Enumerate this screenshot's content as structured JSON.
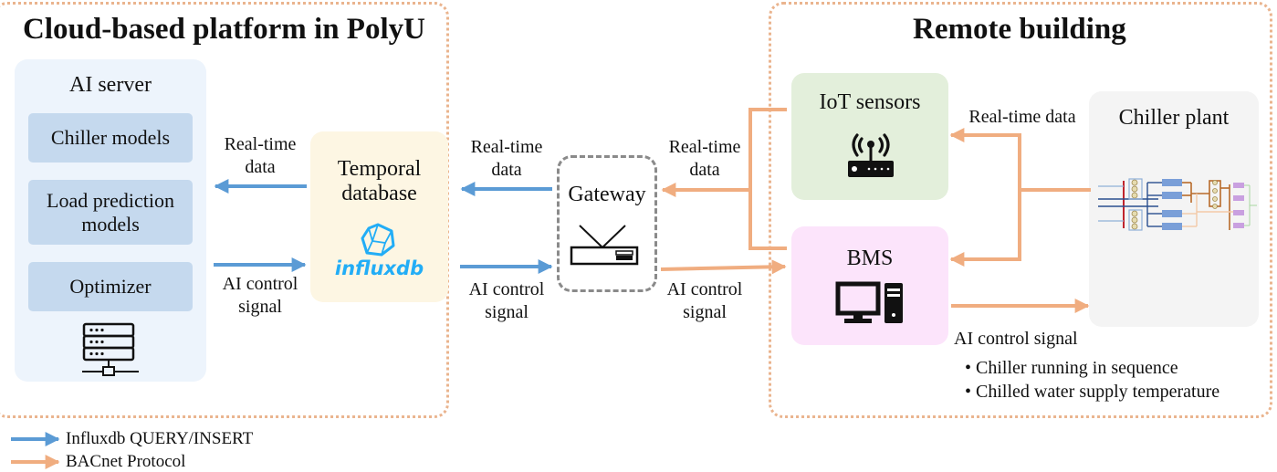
{
  "colors": {
    "influx_arrow": "#5b9bd5",
    "bacnet_arrow": "#f0ad80",
    "region_border": "#eab48e",
    "ai_server_bg": "#edf4fc",
    "subbox_bg": "#c5d9ee",
    "temporal_db_bg": "#fdf6e3",
    "iot_bg": "#e3efdb",
    "bms_bg": "#fce4fb",
    "chiller_bg": "#f4f4f4",
    "influxdb_brand": "#22adf6"
  },
  "cloud": {
    "title": "Cloud-based platform in PolyU",
    "ai_server": {
      "title": "AI server",
      "modules": [
        "Chiller models",
        "Load prediction models",
        "Optimizer"
      ],
      "icon": "server-rack-icon"
    },
    "temporal_db": {
      "title_line1": "Temporal",
      "title_line2": "database",
      "logo_text": "influxdb",
      "icon": "influxdb-logo-icon"
    },
    "arrow_labels": {
      "realtime_line1": "Real-time",
      "realtime_line2": "data",
      "control_line1": "AI control",
      "control_line2": "signal"
    }
  },
  "gateway": {
    "title": "Gateway",
    "icon": "router-icon",
    "left_labels": {
      "realtime_line1": "Real-time",
      "realtime_line2": "data",
      "control_line1": "AI control",
      "control_line2": "signal"
    },
    "right_labels": {
      "realtime_line1": "Real-time",
      "realtime_line2": "data",
      "control_line1": "AI control",
      "control_line2": "signal"
    }
  },
  "remote": {
    "title": "Remote building",
    "iot": {
      "title": "IoT sensors",
      "icon": "wireless-router-icon"
    },
    "bms": {
      "title": "BMS",
      "icon": "desktop-computer-icon"
    },
    "chiller_plant": {
      "title": "Chiller plant",
      "icon": "chiller-plant-schematic-icon"
    },
    "realtime_label": "Real-time data",
    "control_label": "AI control signal",
    "control_items": [
      "Chiller running in sequence",
      "Chilled water supply temperature"
    ]
  },
  "legend": {
    "items": [
      {
        "label": "Influxdb QUERY/INSERT",
        "color": "#5b9bd5"
      },
      {
        "label": "BACnet Protocol",
        "color": "#f0ad80"
      }
    ]
  }
}
